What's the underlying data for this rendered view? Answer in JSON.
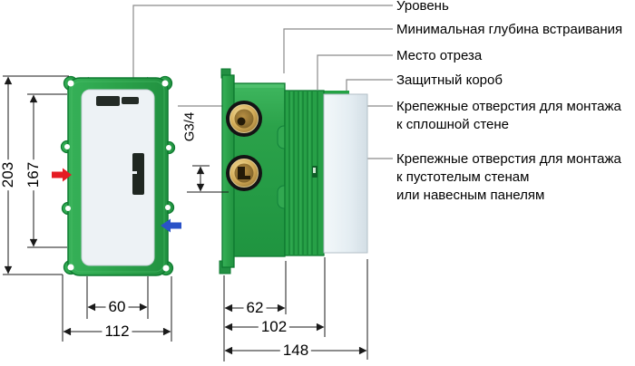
{
  "callouts": [
    {
      "id": "level",
      "label": "Уровень"
    },
    {
      "id": "min-depth",
      "label": "Минимальная глубина встраивания"
    },
    {
      "id": "cut-line",
      "label": "Место отреза"
    },
    {
      "id": "protective-box",
      "label": "Защитный короб"
    },
    {
      "id": "solid-wall-holes",
      "label": "Крепежные отверстия для монтажа\nк сплошной стене"
    },
    {
      "id": "hollow-wall-holes",
      "label": "Крепежные отверстия для монтажа\nк пустотелым стенам\nили навесным панелям"
    }
  ],
  "dimensions": {
    "front_total_height": "203",
    "front_inner_height": "167",
    "front_inner_width": "60",
    "front_total_width": "112",
    "thread_size": "G3/4",
    "depth_body": "62",
    "depth_cut": "102",
    "depth_total": "148"
  },
  "colors": {
    "body_green": "#2ba24a",
    "hot_inlet_arrow": "#e51c23",
    "cold_inlet_arrow": "#2a52c8",
    "brass_port": "#caa14e"
  }
}
